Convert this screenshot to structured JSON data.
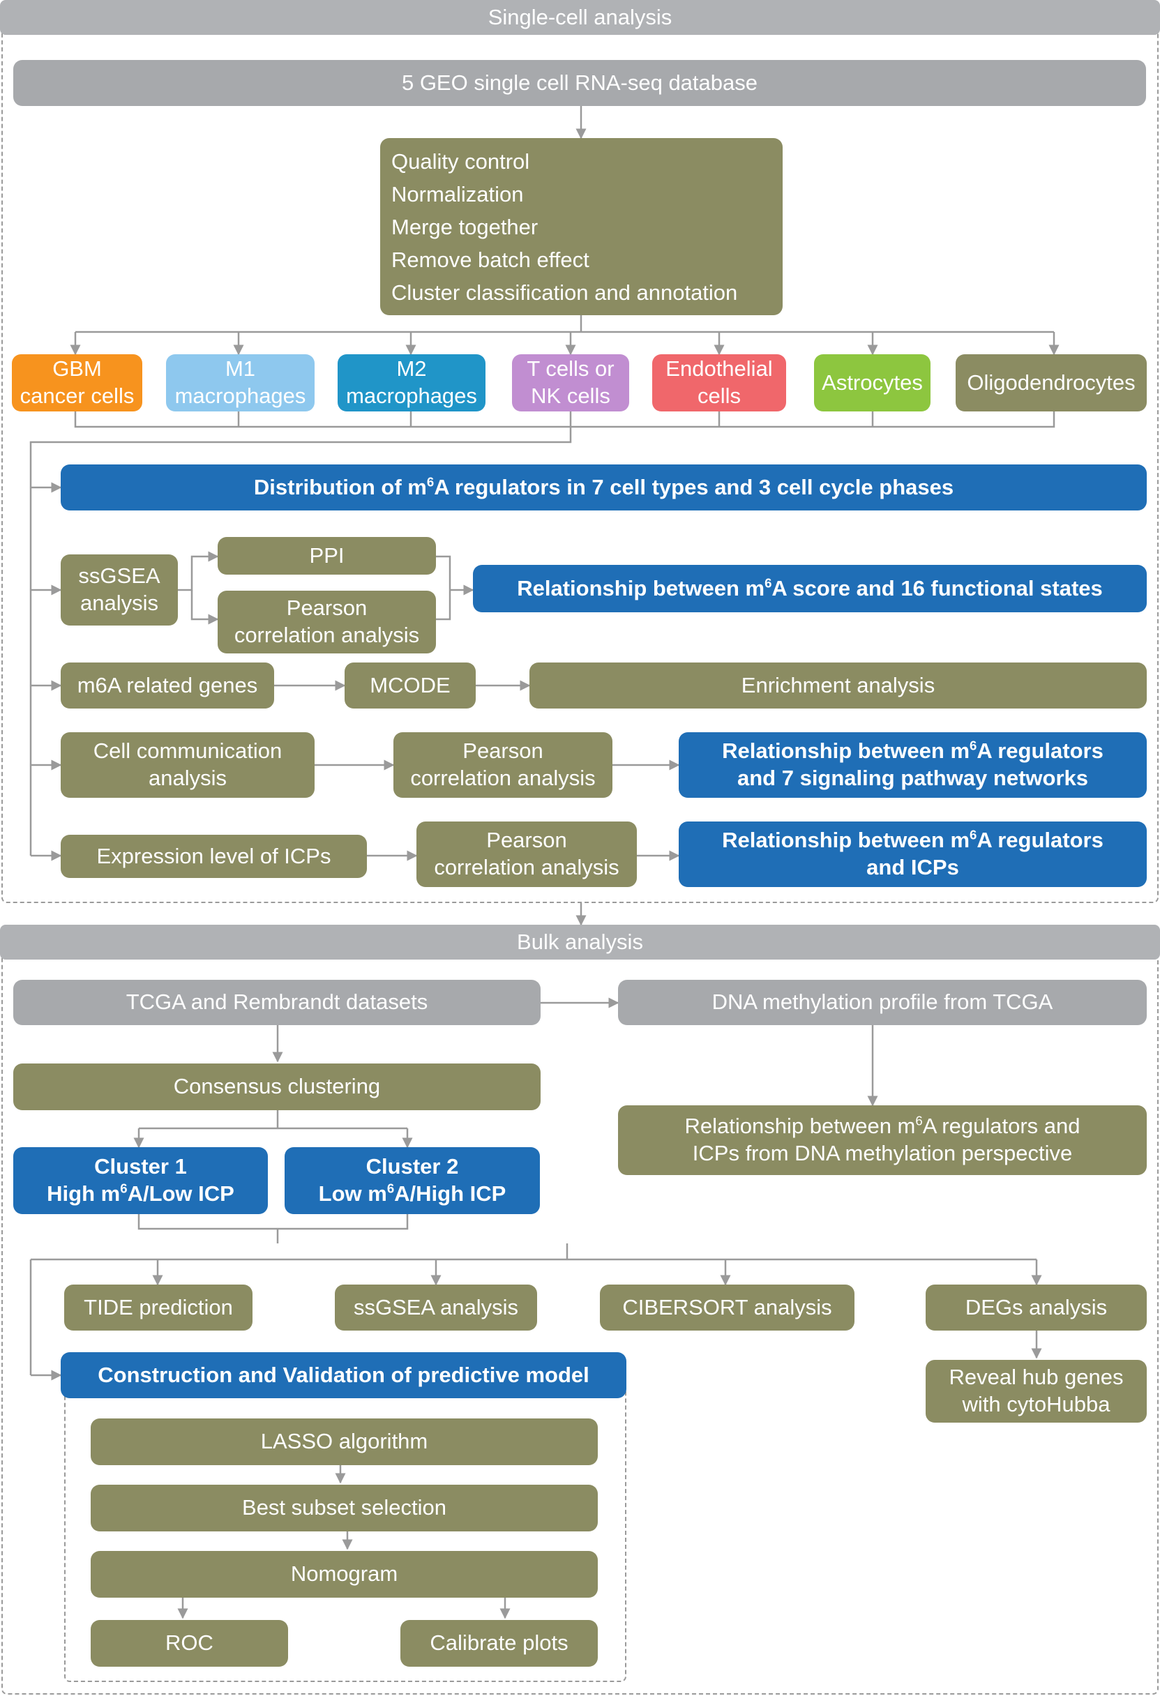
{
  "single_cell": {
    "header": "Single-cell analysis",
    "geo_db": "5 GEO single cell RNA-seq database",
    "qc_steps": [
      "Quality control",
      "Normalization",
      "Merge together",
      "Remove batch effect",
      "Cluster classification and annotation"
    ],
    "cell_types": [
      {
        "line1": "GBM",
        "line2": "cancer cells",
        "color": "#f7931e"
      },
      {
        "line1": "M1",
        "line2": "macrophages",
        "color": "#8ec8ee"
      },
      {
        "line1": "M2",
        "line2": "macrophages",
        "color": "#2095c8"
      },
      {
        "line1": "T cells or",
        "line2": "NK cells",
        "color": "#c18ed1"
      },
      {
        "line1": "Endothelial",
        "line2": "cells",
        "color": "#f0676b"
      },
      {
        "line1": "Astrocytes",
        "line2": "",
        "color": "#8dc63f"
      },
      {
        "line1": "Oligodendrocytes",
        "line2": "",
        "color": "#8b8c62"
      }
    ],
    "distribution": {
      "pre": "Distribution of m",
      "sup": "6",
      "post": "A regulators in 7 cell types and 3 cell cycle phases"
    },
    "ssgsea": {
      "line1": "ssGSEA",
      "line2": "analysis"
    },
    "ppi": "PPI",
    "pearson1": {
      "line1": "Pearson",
      "line2": "correlation analysis"
    },
    "rel_score": {
      "pre": "Relationship between m",
      "sup": "6",
      "post": "A score and 16 functional states"
    },
    "m6a_genes": "m6A related genes",
    "mcode": "MCODE",
    "enrichment": "Enrichment analysis",
    "cell_comm": {
      "line1": "Cell communication",
      "line2": "analysis"
    },
    "pearson2": {
      "line1": "Pearson",
      "line2": "correlation analysis"
    },
    "rel_pathway": {
      "pre": "Relationship between m",
      "sup": "6",
      "post": "A regulators",
      "line2": "and 7 signaling pathway networks"
    },
    "icp_expr": "Expression level of ICPs",
    "pearson3": {
      "line1": "Pearson",
      "line2": "correlation analysis"
    },
    "rel_icp": {
      "pre": "Relationship between m",
      "sup": "6",
      "post": "A regulators",
      "line2": "and ICPs"
    }
  },
  "bulk": {
    "header": "Bulk analysis",
    "datasets": "TCGA and Rembrandt datasets",
    "dna_meth": "DNA methylation profile from TCGA",
    "consensus": "Consensus clustering",
    "rel_dna": {
      "pre": "Relationship between m",
      "sup": "6",
      "post": "A regulators and",
      "line2": "ICPs from DNA methylation perspective"
    },
    "cluster1": {
      "line1": "Cluster 1",
      "pre": "High m",
      "sup": "6",
      "post": "A/Low ICP"
    },
    "cluster2": {
      "line1": "Cluster 2",
      "pre": "Low m",
      "sup": "6",
      "post": "A/High ICP"
    },
    "tide": "TIDE prediction",
    "ssgsea": "ssGSEA analysis",
    "cibersort": "CIBERSORT analysis",
    "degs": "DEGs analysis",
    "hub": {
      "line1": "Reveal hub genes",
      "line2": "with cytoHubba"
    },
    "model": "Construction and Validation of predictive model",
    "lasso": "LASSO algorithm",
    "subset": "Best subset selection",
    "nomogram": "Nomogram",
    "roc": "ROC",
    "calibrate": "Calibrate plots"
  },
  "colors": {
    "olive": "#8b8c62",
    "grey": "#a7a9ac",
    "blue": "#1f6eb6",
    "connector": "#9a9a9a"
  }
}
